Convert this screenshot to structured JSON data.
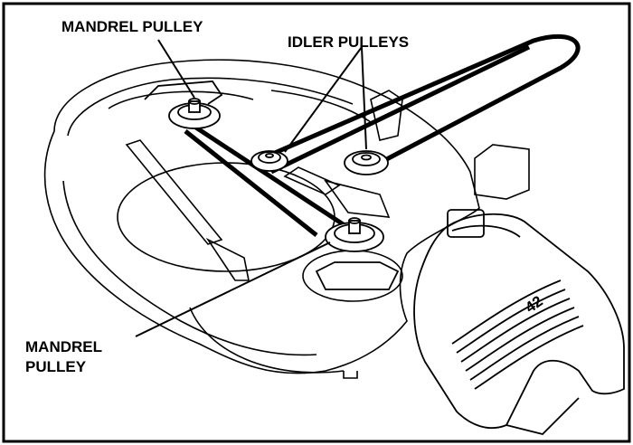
{
  "labels": {
    "mandrel_top": "MANDREL PULLEY",
    "idler": "IDLER PULLEYS",
    "mandrel_bottom_line1": "MANDREL",
    "mandrel_bottom_line2": "PULLEY"
  },
  "deck_badge": "42",
  "colors": {
    "line": "#000000",
    "background": "#ffffff"
  }
}
